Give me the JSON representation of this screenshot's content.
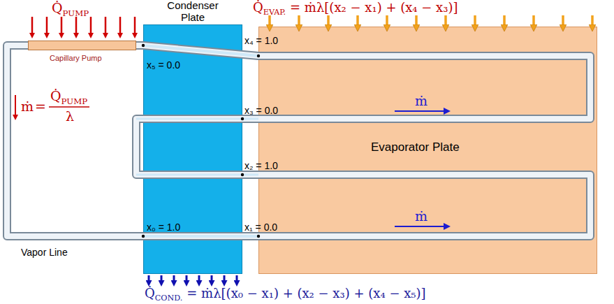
{
  "diagram": {
    "nodes": [
      {
        "text": [
          "Condenser Plate"
        ]
      },
      {
        "text": [
          "Evaporator Plate"
        ]
      },
      {
        "text": [
          "Capillary Pump"
        ]
      }
    ],
    "labels": [
      "Q̇",
      "PUMP",
      "Q̇",
      "EVAP.",
      "= ṁλ[(x₂ − x₁) + (x₄ − x₃)]",
      "x₄ = 1.0",
      "x₅ = 0.0",
      "x₃ = 0.0",
      "ṁ",
      "ṁ",
      "=",
      "Q̇",
      "PUMP",
      "λ",
      "x₂ = 1.0",
      "x₀ = 1.0",
      "x₁ = 0.0",
      "ṁ",
      "Vapor Line",
      "Q̇",
      "COND.",
      "= ṁλ[(x₀ − x₁) + (x₂ − x₃) + (x₄ − x₅)]"
    ]
  }
}
